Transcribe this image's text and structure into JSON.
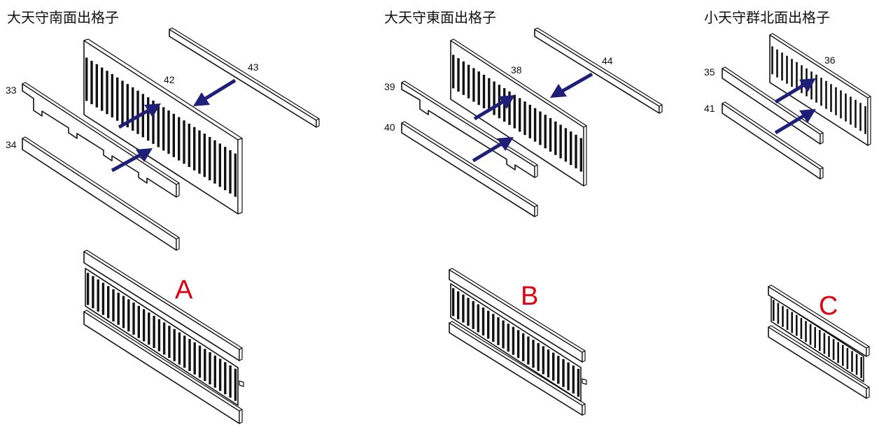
{
  "colors": {
    "arrow": "#1f1f7a",
    "assembly_letter": "#e00010",
    "line": "#111111"
  },
  "panels": [
    {
      "title": "大天守南面出格子",
      "parts": [
        "33",
        "34",
        "42",
        "43"
      ],
      "assembly_label": "A"
    },
    {
      "title": "大天守東面出格子",
      "parts": [
        "39",
        "40",
        "38",
        "44"
      ],
      "assembly_label": "B"
    },
    {
      "title": "小天守群北面出格子",
      "parts": [
        "35",
        "41",
        "36"
      ],
      "assembly_label": "C"
    }
  ]
}
